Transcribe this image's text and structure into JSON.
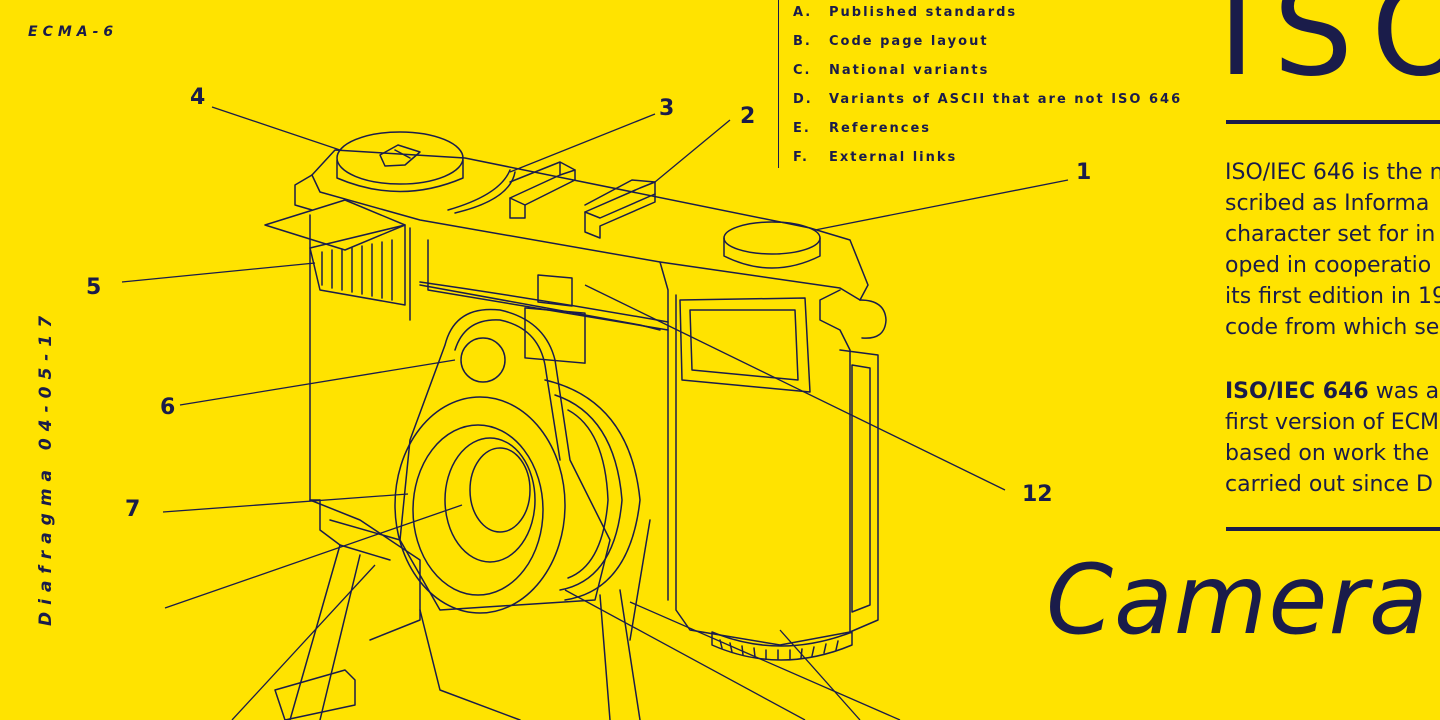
{
  "header_code": "ECMA-6",
  "side_label": "Diafragma 04-05-17",
  "toc": [
    {
      "letter": "A.",
      "label": "Published standards"
    },
    {
      "letter": "B.",
      "label": "Code page layout"
    },
    {
      "letter": "C.",
      "label": "National variants"
    },
    {
      "letter": "D.",
      "label": "Variants of ASCII that are not ISO 646"
    },
    {
      "letter": "E.",
      "label": "References"
    },
    {
      "letter": "F.",
      "label": "External links"
    }
  ],
  "callouts": [
    "1",
    "2",
    "3",
    "4",
    "5",
    "6",
    "7",
    "12"
  ],
  "iso_title": "ISO",
  "paragraph1": [
    "ISO/IEC 646 is the n",
    "scribed as Informa",
    "character set for in",
    "oped in cooperatio",
    "its first edition in 19",
    "code from which se"
  ],
  "paragraph2": {
    "bold": "ISO/IEC 646",
    "first_line_rest": " was al",
    "lines": [
      "first version of ECM",
      "based on work the",
      "carried out since D"
    ]
  },
  "camera_title": "Camera s",
  "colors": {
    "background": "#FFE300",
    "ink": "#1a1c4a"
  }
}
